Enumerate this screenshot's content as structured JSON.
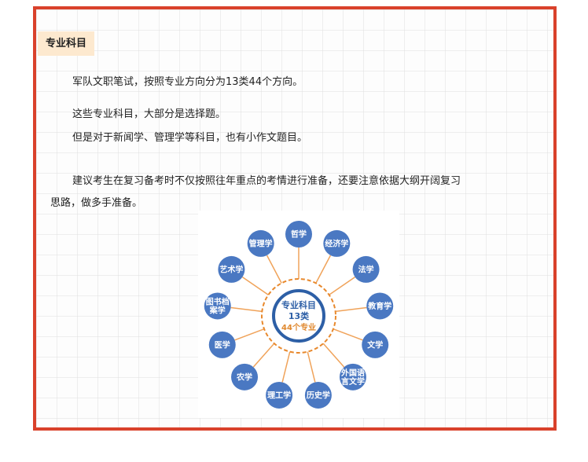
{
  "section_title": "专业科目",
  "paragraphs": {
    "p1": "军队文职笔试，按照专业方向分为13类44个方向。",
    "p2": "这些专业科目，大部分是选择题。",
    "p3": "但是对于新闻学、管理学等科目，也有小作文题目。",
    "p4_line1": "建议考生在复习备考时不仅按照往年重点的考情进行准备，还要注意依据大纲开阔复习",
    "p4_line2": "思路，做多手准备。"
  },
  "diagram": {
    "center": {
      "line1": "专业科目",
      "line2": "13类",
      "line3": "44个专业"
    },
    "subjects": [
      {
        "lines": [
          "哲学"
        ]
      },
      {
        "lines": [
          "经济学"
        ]
      },
      {
        "lines": [
          "法学"
        ]
      },
      {
        "lines": [
          "教育学"
        ]
      },
      {
        "lines": [
          "文学"
        ]
      },
      {
        "lines": [
          "外国语",
          "言文学"
        ]
      },
      {
        "lines": [
          "历史学"
        ]
      },
      {
        "lines": [
          "理工学"
        ]
      },
      {
        "lines": [
          "农学"
        ]
      },
      {
        "lines": [
          "医学"
        ]
      },
      {
        "lines": [
          "图书档",
          "案学"
        ]
      },
      {
        "lines": [
          "艺术学"
        ]
      },
      {
        "lines": [
          "管理学"
        ]
      }
    ],
    "colors": {
      "node": "#4a78c2",
      "line": "#f0a35a",
      "center_ring": "#e8892d",
      "center_circle": "#2d5fa6"
    }
  }
}
